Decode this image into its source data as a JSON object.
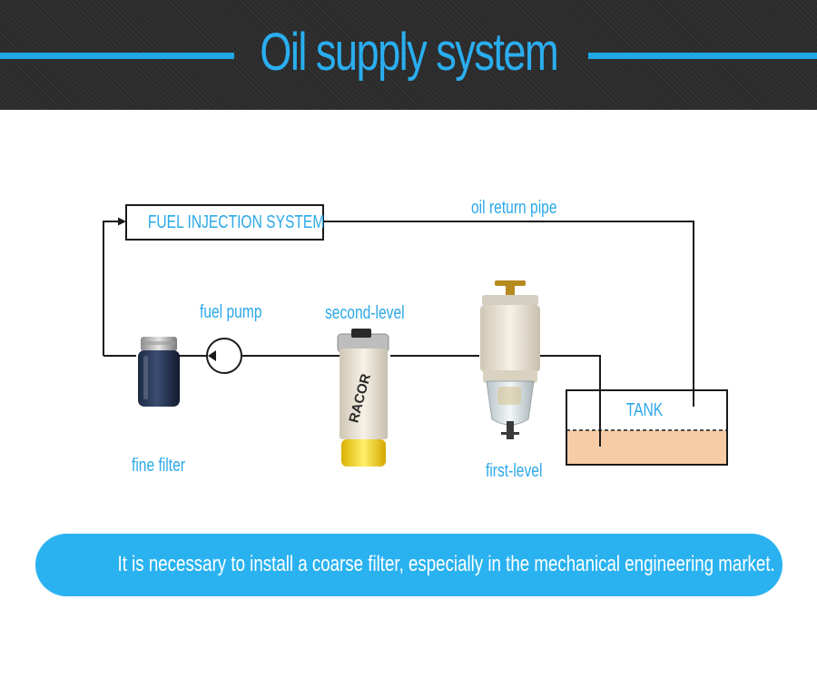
{
  "header": {
    "title": "Oil supply system"
  },
  "diagram": {
    "injection_system": "FUEL INJECTION SYSTEM",
    "return_pipe": "oil return pipe",
    "fuel_pump": "fuel pump",
    "second_level": "second-level",
    "first_level": "first-level",
    "fine_filter": "fine filter",
    "tank": "TANK"
  },
  "footer": {
    "note": "It is necessary to install a coarse filter, especially in the mechanical engineering market."
  },
  "colors": {
    "accent": "#2aaef0",
    "header_bg": "#2b2b2b",
    "fuel": "#f7cba6"
  }
}
